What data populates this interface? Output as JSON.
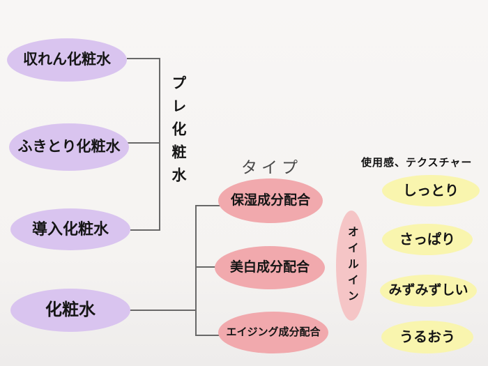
{
  "diagram": {
    "title_implicit": "化粧水の分類図",
    "colors": {
      "background": "#f5f3f1",
      "purple_node": "#d9c4ef",
      "pink_node": "#f1a9ad",
      "pink_light_node": "#f5c5c6",
      "yellow_node": "#f9f5ae",
      "line": "#686868"
    },
    "pre_lotion_group": {
      "label": "プレ化粧水",
      "nodes": [
        {
          "label": "収れん化粧水"
        },
        {
          "label": "ふきとり化粧水"
        },
        {
          "label": "導入化粧水"
        }
      ]
    },
    "root_node": {
      "label": "化粧水"
    },
    "type_column": {
      "heading": "タイプ",
      "nodes": [
        {
          "label": "保湿成分配合"
        },
        {
          "label": "美白成分配合"
        },
        {
          "label": "エイジング成分配合"
        }
      ],
      "oil_in_node": {
        "label": "オイルイン"
      }
    },
    "texture_column": {
      "heading": "使用感、テクスチャー",
      "nodes": [
        {
          "label": "しっとり"
        },
        {
          "label": "さっぱり"
        },
        {
          "label": "みずみずしい"
        },
        {
          "label": "うるおう"
        }
      ]
    }
  }
}
